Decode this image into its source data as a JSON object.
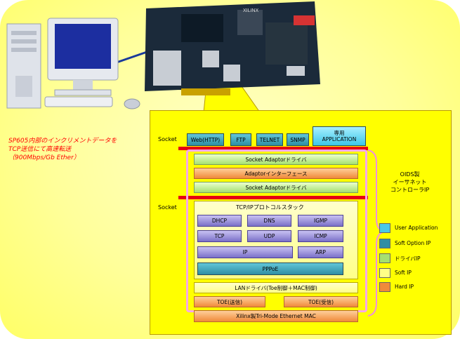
{
  "caption": [
    "SP605内部のインクリメントデータを",
    "TCP送信にて高速転送",
    "（900Mbps/Gb Ether）"
  ],
  "socket_labels": {
    "top": "Socket",
    "middle": "Socket"
  },
  "apps": [
    "Web(HTTP)",
    "FTP",
    "TELNET",
    "SNMP",
    "専用\nAPPLICATION"
  ],
  "layers": {
    "socket_adaptor_driver_1": "Socket Adaptorドライバ",
    "adaptor_interface": "Adaptorインターフェース",
    "socket_adaptor_driver_2": "Socket Adaptorドライバ",
    "tcpip_stack": "TCP/IPプロトコルスタック",
    "lan_driver": "LANドライバ(Toe制御＋MAC制御)",
    "toe_tx": "TOE(送信)",
    "toe_rx": "TOE(受信)",
    "mac": "Xilinx製Tri-Mode Ethernet MAC"
  },
  "protocols": {
    "row1": [
      "DHCP",
      "DNS",
      "IGMP"
    ],
    "row2": [
      "TCP",
      "UDP",
      "ICMP"
    ],
    "ip": "IP",
    "arp": "ARP",
    "pppoe": "PPPoE"
  },
  "oids_label": [
    "OIDS製",
    "イーサネット",
    "コントローラIP"
  ],
  "legend": [
    {
      "label": "User Application",
      "color": "#49c8e6"
    },
    {
      "label": "Soft Option IP",
      "color": "#2f8ea3"
    },
    {
      "label": "ドライバIP",
      "color": "#a6e070"
    },
    {
      "label": "Soft IP",
      "color": "#ffff88"
    },
    {
      "label": "Hard IP",
      "color": "#f08a3a"
    }
  ],
  "board_brand": "XILINX"
}
